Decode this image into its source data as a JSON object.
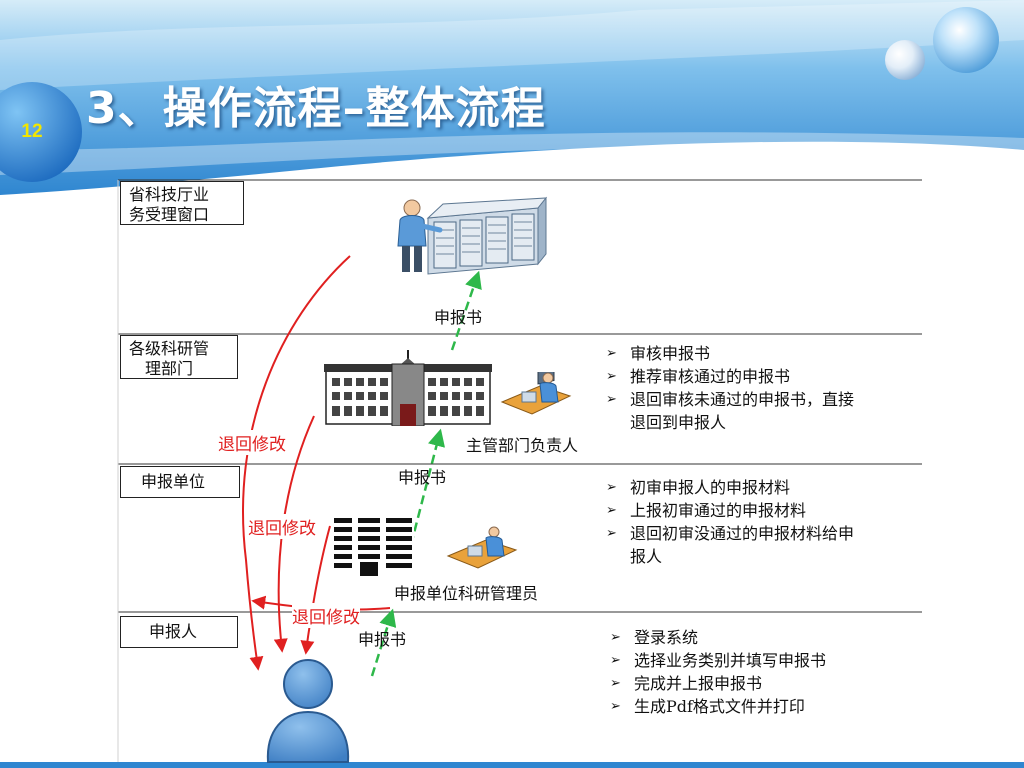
{
  "title": "3、操作流程–整体流程",
  "page_number": "12",
  "lanes": [
    {
      "label_lines": [
        "省科技厅业",
        "务受理窗口"
      ]
    },
    {
      "label_lines": [
        "各级科研管",
        "理部门"
      ]
    },
    {
      "label_lines": [
        "申报单位"
      ]
    },
    {
      "label_lines": [
        "申报人"
      ]
    }
  ],
  "flow_labels": {
    "shenbaoshu_top": "申报书",
    "shenbaoshu_mid": "申报书",
    "shenbaoshu_bottom": "申报书"
  },
  "return_labels": {
    "top": "退回修改",
    "middle": "退回修改",
    "bottom": "退回修改"
  },
  "role_labels": {
    "dept_head": "主管部门负责人",
    "unit_admin": "申报单位科研管理员"
  },
  "bullets": {
    "management": [
      "审核申报书",
      "推荐审核通过的申报书",
      "退回审核未通过的申报书，直接",
      "退回到申报人"
    ],
    "unit": [
      "初审申报人的申报材料",
      "上报初审通过的申报材料",
      "退回初审没通过的申报材料给申",
      "报人"
    ],
    "applicant": [
      "登录系统",
      "选择业务类别并填写申报书",
      "完成并上报申报书",
      "生成Pdf格式文件并打印"
    ]
  },
  "colors": {
    "header_blue": "#3a8fd6",
    "arrow_green": "#2eb84a",
    "arrow_red": "#e02020",
    "page_number": "#f2e600"
  },
  "icons": {
    "server": "server-rack-icon",
    "building": "government-building-icon",
    "office": "office-building-icon",
    "workstation": "computer-user-icon",
    "person": "person-icon"
  }
}
